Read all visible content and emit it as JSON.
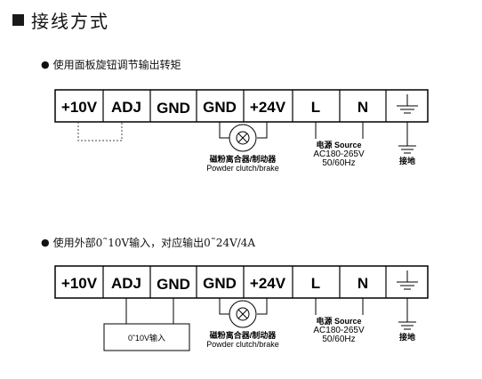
{
  "heading": "接线方式",
  "section1": {
    "bullet": "●",
    "text": "使用面板旋钮调节输出转矩"
  },
  "section2": {
    "bullet": "●",
    "text": "使用外部0˜10V输入，对应输出0˜24V/4A"
  },
  "terminals": {
    "t1": "+10V",
    "t2": "ADJ",
    "t3": "GND",
    "t4": "GND",
    "t5": "+24V",
    "t6": "L",
    "t7": "N"
  },
  "clutch": {
    "cn": "磁粉离合器/制动器",
    "en": "Powder clutch/brake"
  },
  "source": {
    "line1": "电源 Source",
    "line2": "AC180-265V",
    "line3": "50/60Hz"
  },
  "ground_label": "接地",
  "input_box_label": "0˜10V输入"
}
